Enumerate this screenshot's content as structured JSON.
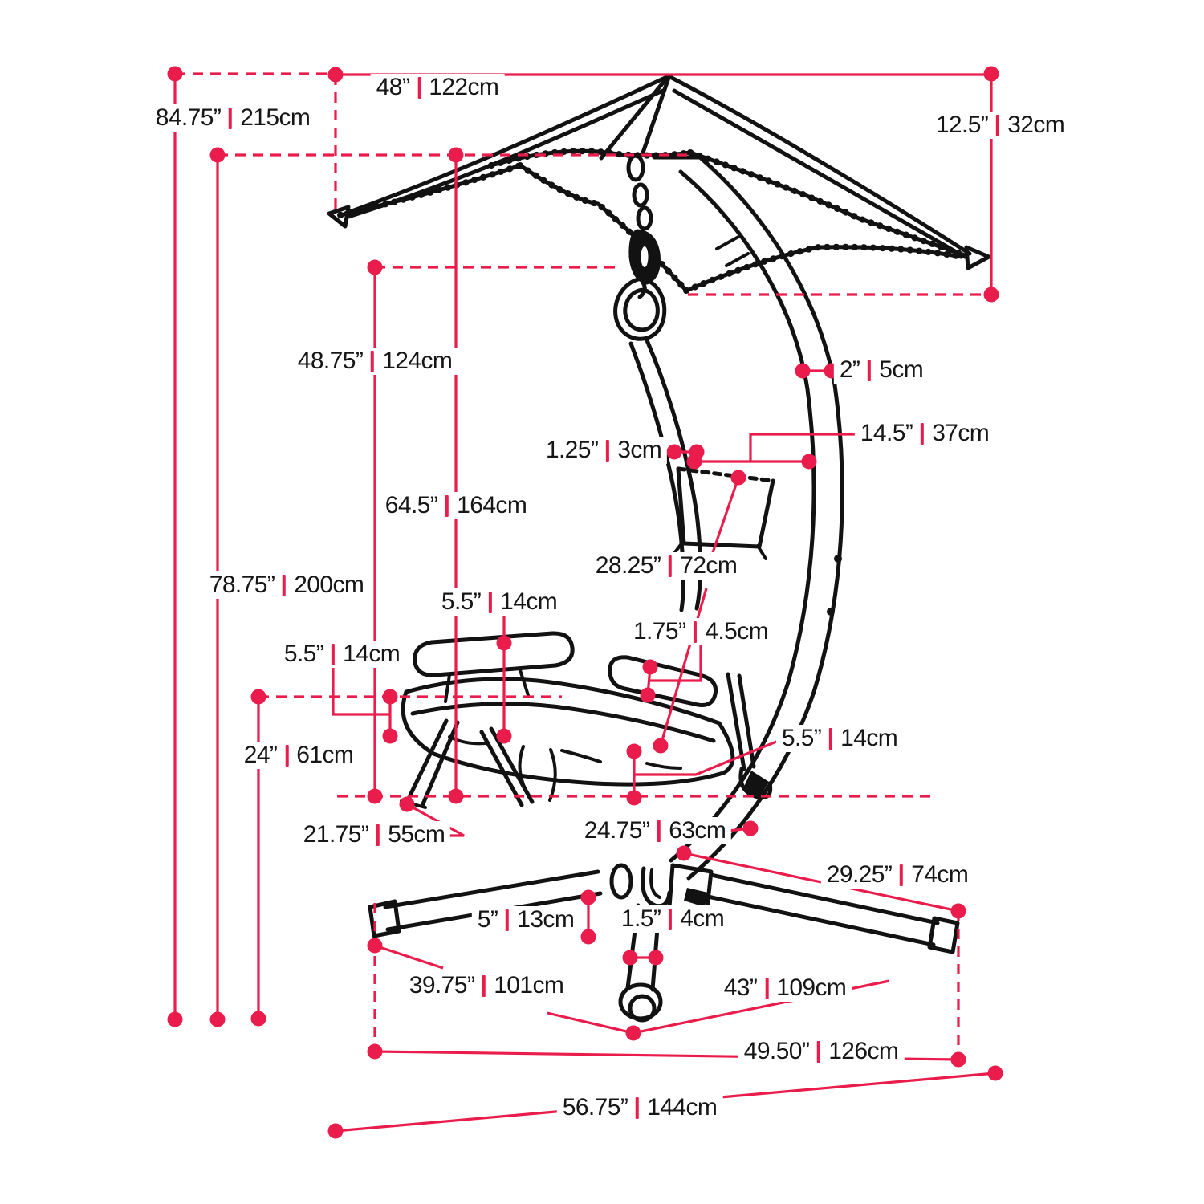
{
  "figure_title": "Hanging chaise lounger with canopy — dimension diagram",
  "units": [
    "inches",
    "centimeters"
  ],
  "colors": {
    "accent": "#e91c4b",
    "ink": "#121212",
    "paper": "#ffffff"
  },
  "dims": [
    {
      "id": "canopy-width",
      "in": "48”",
      "cm": "122cm"
    },
    {
      "id": "overall-height",
      "in": "84.75”",
      "cm": "215cm"
    },
    {
      "id": "canopy-drop",
      "in": "12.5”",
      "cm": "32cm"
    },
    {
      "id": "hanger-loop-height",
      "in": "48.75”",
      "cm": "124cm"
    },
    {
      "id": "stand-tube-diameter",
      "in": "2”",
      "cm": "5cm"
    },
    {
      "id": "frame-tube-diameter",
      "in": "1.25”",
      "cm": "3cm"
    },
    {
      "id": "frame-to-stand-gap",
      "in": "14.5”",
      "cm": "37cm"
    },
    {
      "id": "canopy-underside-height",
      "in": "64.5”",
      "cm": "164cm"
    },
    {
      "id": "backrest-length",
      "in": "28.25”",
      "cm": "72cm"
    },
    {
      "id": "hang-point-height",
      "in": "78.75”",
      "cm": "200cm"
    },
    {
      "id": "armrest-rise",
      "in": "5.5”",
      "cm": "14cm"
    },
    {
      "id": "armrest-pad-thickness",
      "in": "1.75”",
      "cm": "4.5cm"
    },
    {
      "id": "cushion-left-thickness",
      "in": "5.5”",
      "cm": "14cm"
    },
    {
      "id": "cushion-right-thickness",
      "in": "5.5”",
      "cm": "14cm"
    },
    {
      "id": "seat-height",
      "in": "24”",
      "cm": "61cm"
    },
    {
      "id": "seat-depth",
      "in": "21.75”",
      "cm": "55cm"
    },
    {
      "id": "seat-width",
      "in": "24.75”",
      "cm": "63cm"
    },
    {
      "id": "rear-leg-length",
      "in": "29.25”",
      "cm": "74cm"
    },
    {
      "id": "base-tube-height",
      "in": "5”",
      "cm": "13cm"
    },
    {
      "id": "caster-tube-width",
      "in": "1.5”",
      "cm": "4cm"
    },
    {
      "id": "left-leg-length",
      "in": "39.75”",
      "cm": "101cm"
    },
    {
      "id": "right-leg-length",
      "in": "43”",
      "cm": "109cm"
    },
    {
      "id": "base-depth",
      "in": "49.50”",
      "cm": "126cm"
    },
    {
      "id": "base-width",
      "in": "56.75”",
      "cm": "144cm"
    }
  ]
}
